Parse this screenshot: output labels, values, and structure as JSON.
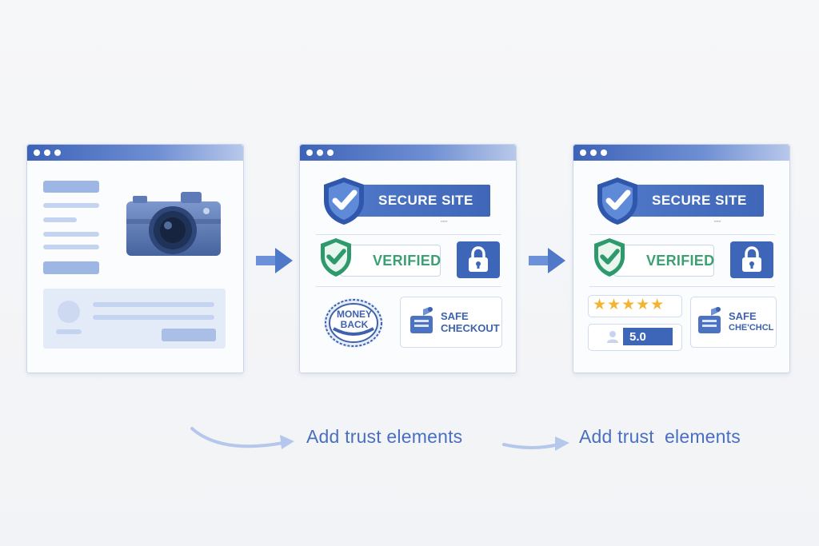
{
  "panels": [
    {
      "name": "original-page"
    },
    {
      "name": "trust-page-1",
      "secure_label": "SECURE SITE",
      "verified_label": "VERIFIED",
      "money_back_line1": "MONEY",
      "money_back_line2": "BACK",
      "safe_line1": "SAFE",
      "safe_line2": "CHECKOUT"
    },
    {
      "name": "trust-page-2",
      "secure_label": "SECURE SITE",
      "verified_label": "VERIFIED",
      "stars": "★★★★★",
      "rating": "5.0",
      "safe_line1": "SAFE",
      "safe_line2": "CHE'CHCL"
    }
  ],
  "captions": [
    "Add trust elements",
    "Add trust  elements"
  ],
  "colors": {
    "accent": "#3e66b8",
    "green": "#3da072",
    "star": "#f2b431",
    "caption": "#4a6fbf"
  },
  "icons": [
    "camera-icon",
    "shield-check-icon",
    "lock-icon",
    "wallet-icon",
    "money-back-seal-icon",
    "star-icon",
    "user-icon",
    "arrow-right-icon",
    "curved-arrow-icon"
  ]
}
